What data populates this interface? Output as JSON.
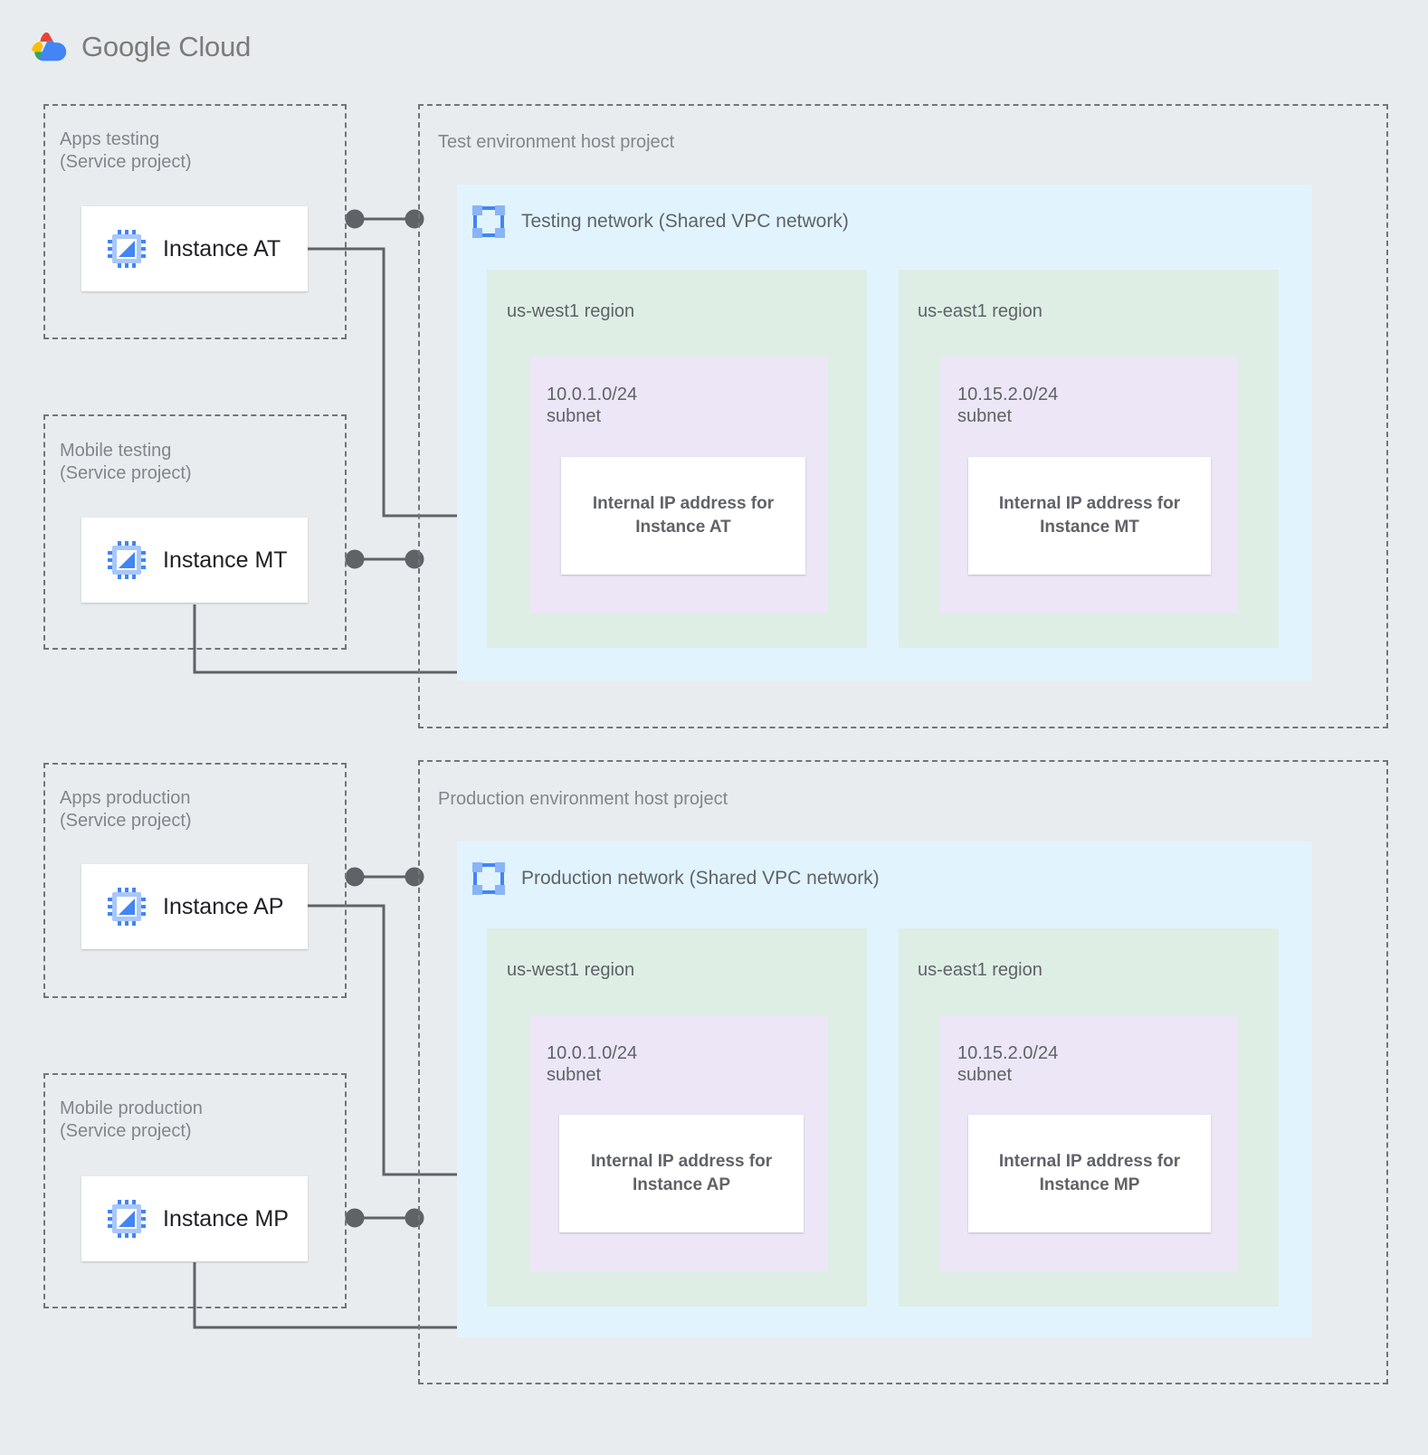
{
  "brand": {
    "logo_icon": "google-cloud-logo-icon",
    "name_part1": "Google",
    "name_part2": "Cloud",
    "colors": {
      "red": "#ea4335",
      "yellow": "#fbbc04",
      "green": "#34a853",
      "blue": "#4285f4",
      "text": "#7b7b7b"
    }
  },
  "palette": {
    "page_background": "#e8ecee",
    "vpc_network": "#e1f4fd",
    "region": "#deeee5",
    "subnet": "#ece6f6",
    "card": "#ffffff",
    "dashed_border": "#6f7679",
    "connector": "#5f6368",
    "label_text": "#80868b"
  },
  "environments": [
    {
      "id": "test",
      "host_project_label": "Test environment host project",
      "network": {
        "title": "Testing network (Shared VPC network)",
        "icon": "vpc-network-icon"
      },
      "service_projects": [
        {
          "id": "apps-testing",
          "label": "Apps testing\n(Service project)",
          "instance": {
            "label": "Instance AT",
            "icon": "compute-instance-icon"
          }
        },
        {
          "id": "mobile-testing",
          "label": "Mobile testing\n(Service project)",
          "instance": {
            "label": "Instance MT",
            "icon": "compute-instance-icon"
          }
        }
      ],
      "regions": [
        {
          "id": "test-us-west1",
          "label": "us-west1 region",
          "subnet": {
            "label": "10.0.1.0/24\nsubnet",
            "cidr": "10.0.1.0/24",
            "ip_card": "Internal IP address for\nInstance AT"
          }
        },
        {
          "id": "test-us-east1",
          "label": "us-east1 region",
          "subnet": {
            "label": "10.15.2.0/24\nsubnet",
            "cidr": "10.15.2.0/24",
            "ip_card": "Internal IP address for\nInstance MT"
          }
        }
      ]
    },
    {
      "id": "production",
      "host_project_label": "Production environment host project",
      "network": {
        "title": "Production network (Shared VPC network)",
        "icon": "vpc-network-icon"
      },
      "service_projects": [
        {
          "id": "apps-production",
          "label": "Apps production\n(Service project)",
          "instance": {
            "label": "Instance AP",
            "icon": "compute-instance-icon"
          }
        },
        {
          "id": "mobile-production",
          "label": "Mobile production\n(Service project)",
          "instance": {
            "label": "Instance MP",
            "icon": "compute-instance-icon"
          }
        }
      ],
      "regions": [
        {
          "id": "prod-us-west1",
          "label": "us-west1 region",
          "subnet": {
            "label": "10.0.1.0/24\nsubnet",
            "cidr": "10.0.1.0/24",
            "ip_card": "Internal IP address for\nInstance AP"
          }
        },
        {
          "id": "prod-us-east1",
          "label": "us-east1 region",
          "subnet": {
            "label": "10.15.2.0/24\nsubnet",
            "cidr": "10.15.2.0/24",
            "ip_card": "Internal IP address for\nInstance MP"
          }
        }
      ]
    }
  ]
}
